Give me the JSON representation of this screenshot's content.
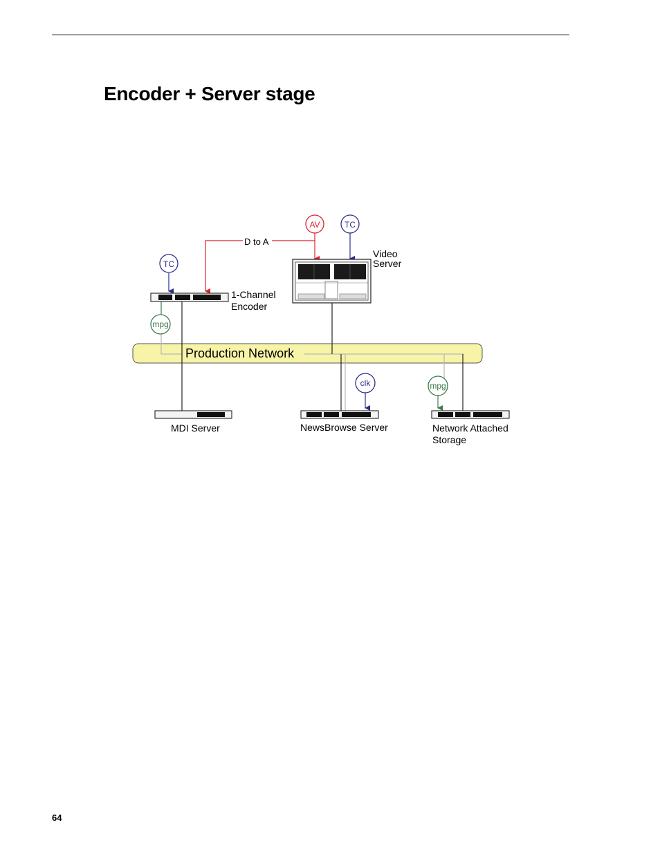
{
  "page": {
    "title": "Encoder + Server stage",
    "page_number": "64"
  },
  "diagram": {
    "network_label": "Production Network",
    "d_to_a_label": "D to A",
    "video_server_label": [
      "Video",
      "Server"
    ],
    "encoder_label": [
      "1-Channel",
      "Encoder"
    ],
    "mdi_label": "MDI Server",
    "newsbrowse_label": "NewsBrowse Server",
    "nas_label": [
      "Network Attached",
      "Storage"
    ],
    "badges": {
      "av": "AV",
      "tc_video": "TC",
      "tc_encoder": "TC",
      "mpg_encoder": "mpg",
      "clk": "clk",
      "mpg_nas": "mpg"
    },
    "colors": {
      "red": "#e0202a",
      "blue": "#2b2f8c",
      "green": "#3d7a4a",
      "network_fill": "#f7f4a8",
      "gray_line": "#b9b9b9"
    }
  }
}
